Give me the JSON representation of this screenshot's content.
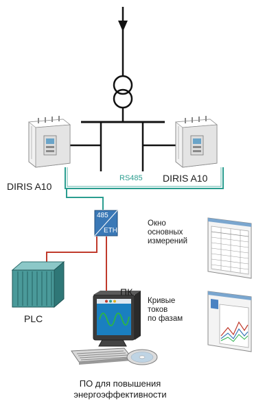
{
  "labels": {
    "diris_left": "DIRIS A10",
    "diris_right": "DIRIS A10",
    "rs485": "RS485",
    "converter_top": "485",
    "converter_bottom": "ETH",
    "pc": "ПК",
    "plc": "PLC",
    "main_window": "Окно\nосновных\nизмерений",
    "phase_curves": "Кривые\nтоков\nпо фазам",
    "software": "ПО для повышения\nэнергоэффективности"
  },
  "colors": {
    "bus": "#111111",
    "modbus_line": "#2a9d8f",
    "ethernet_line": "#c0392b",
    "rs485_text": "#2a9d8f",
    "converter": "#3a78b6",
    "plc": "#4a9a9a",
    "monitor_screen": "#1a7fc0",
    "screen_wave": "#2bb24c"
  },
  "icons": [
    "arrow-down-icon",
    "transformer-icon",
    "meter-icon",
    "converter-icon",
    "plc-icon",
    "computer-icon",
    "keyboard-icon",
    "cd-icon",
    "table-window-icon",
    "chart-window-icon"
  ]
}
